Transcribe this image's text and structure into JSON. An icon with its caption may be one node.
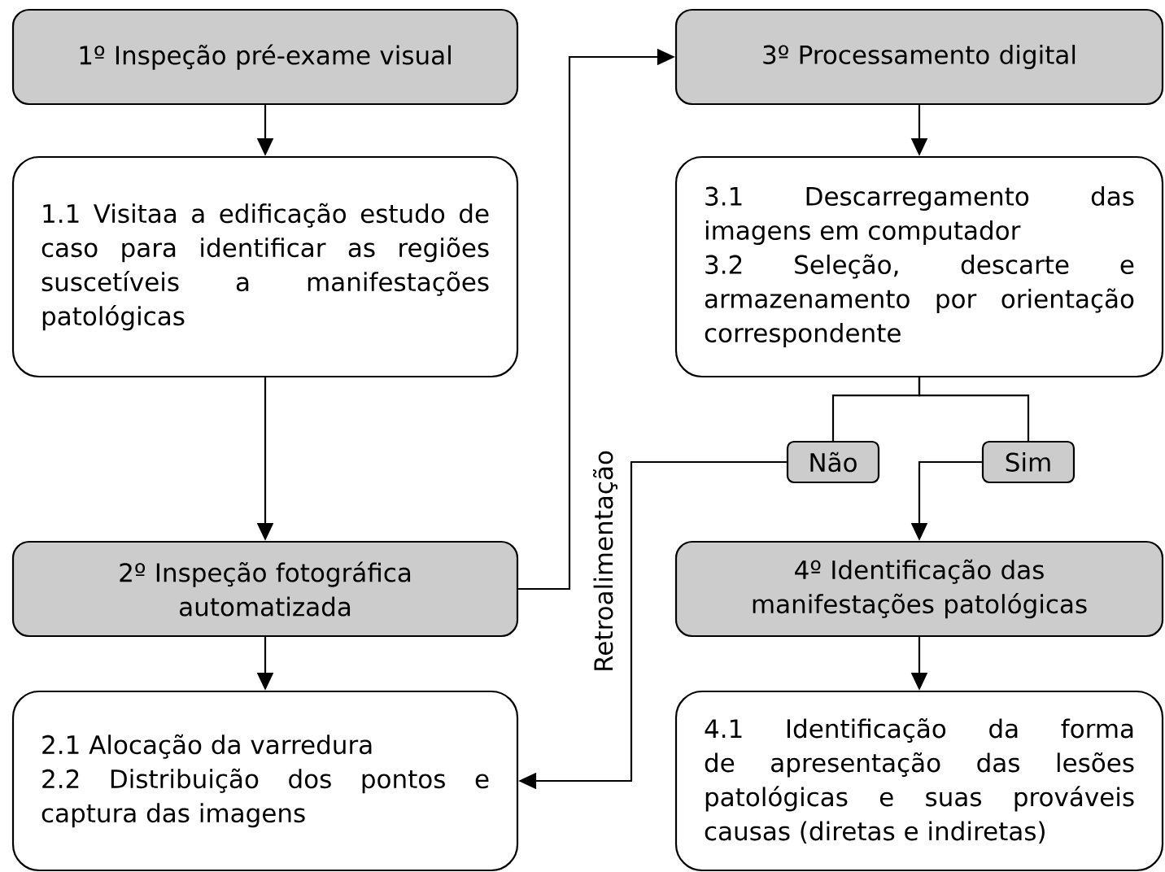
{
  "diagram": {
    "nodes": [
      {
        "text": [
          "1º Inspeção pré-exame visual"
        ]
      },
      {
        "text": [
          "1.1 Visitaa a edificação estudo de caso para identificar as regiões suscetíveis a manifestações patológicas"
        ]
      },
      {
        "text": [
          "2º Inspeção fotográfica automatizada"
        ]
      },
      {
        "text": [
          "2.1 Alocação da varredura",
          "2.2 Distribuição dos pontos e captura das imagens"
        ]
      },
      {
        "text": [
          "3º Processamento digital"
        ]
      },
      {
        "text": [
          "3.1 Descarregamento das imagens em computador",
          "3.2 Seleção, descarte e armazenamento por orientação correspondente"
        ]
      },
      {
        "text": [
          "Não"
        ]
      },
      {
        "text": [
          "Sim"
        ]
      },
      {
        "text": [
          "4º Identificação das manifestações patológicas"
        ]
      },
      {
        "text": [
          "4.1 Identificação da forma de apresentação das lesões patológicas e suas prováveis causas (diretas e indiretas)"
        ]
      }
    ],
    "edges": [
      {
        "from": 0,
        "to": 1,
        "arrow": "to"
      },
      {
        "from": 1,
        "to": 2,
        "arrow": "to"
      },
      {
        "from": 2,
        "to": 3,
        "arrow": "to"
      },
      {
        "from": 2,
        "to": 4,
        "arrow": "to"
      },
      {
        "from": 4,
        "to": 5,
        "arrow": "to"
      },
      {
        "from": 5,
        "to": 6,
        "arrow": "none"
      },
      {
        "from": 5,
        "to": 7,
        "arrow": "none"
      },
      {
        "from": 6,
        "to": 3,
        "arrow": "to",
        "label": "Retroalimentação"
      },
      {
        "from": 7,
        "to": 8,
        "arrow": "to"
      },
      {
        "from": 8,
        "to": 9,
        "arrow": "to"
      }
    ]
  }
}
